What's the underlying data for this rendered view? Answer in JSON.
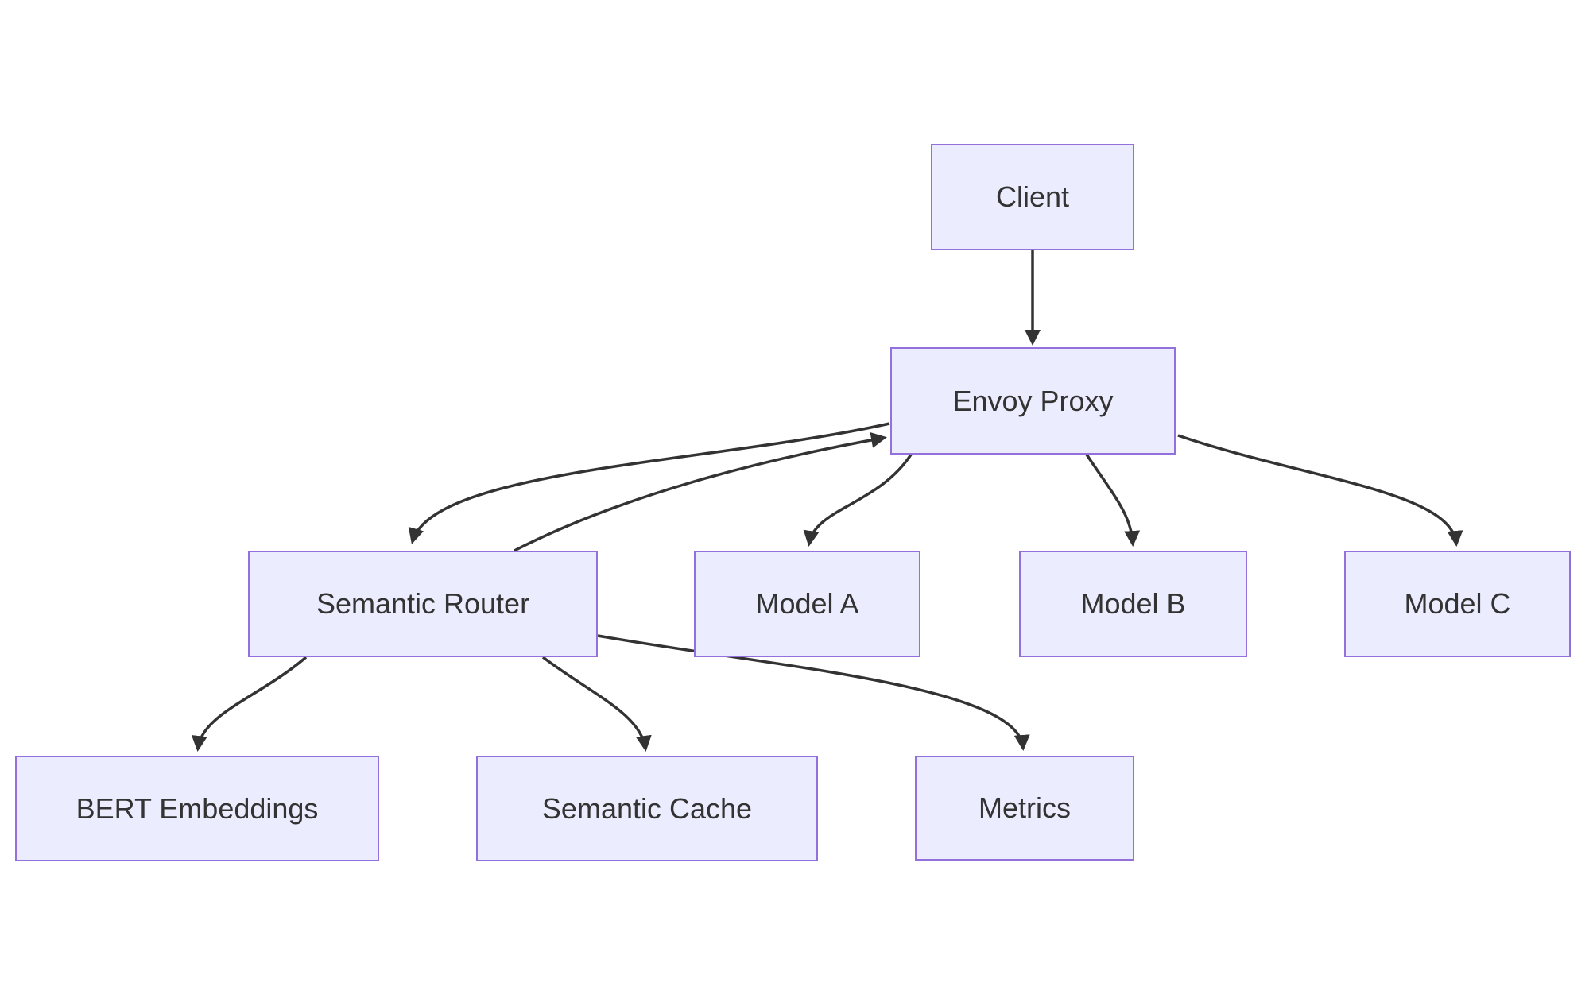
{
  "diagram": {
    "type": "flowchart",
    "direction": "top-down",
    "colors": {
      "background": "#FFFFFF",
      "node_fill": "#ECECFF",
      "node_border": "#9370DB",
      "edge": "#333333",
      "text": "#333333"
    },
    "nodes": [
      {
        "id": "client",
        "label": "Client"
      },
      {
        "id": "envoy-proxy",
        "label": "Envoy Proxy"
      },
      {
        "id": "semantic-router",
        "label": "Semantic Router"
      },
      {
        "id": "model-a",
        "label": "Model A"
      },
      {
        "id": "model-b",
        "label": "Model B"
      },
      {
        "id": "model-c",
        "label": "Model C"
      },
      {
        "id": "bert-embeddings",
        "label": "BERT Embeddings"
      },
      {
        "id": "semantic-cache",
        "label": "Semantic Cache"
      },
      {
        "id": "metrics",
        "label": "Metrics"
      }
    ],
    "edges": [
      {
        "from": "client",
        "to": "envoy-proxy"
      },
      {
        "from": "envoy-proxy",
        "to": "semantic-router"
      },
      {
        "from": "semantic-router",
        "to": "envoy-proxy"
      },
      {
        "from": "envoy-proxy",
        "to": "model-a"
      },
      {
        "from": "envoy-proxy",
        "to": "model-b"
      },
      {
        "from": "envoy-proxy",
        "to": "model-c"
      },
      {
        "from": "semantic-router",
        "to": "bert-embeddings"
      },
      {
        "from": "semantic-router",
        "to": "semantic-cache"
      },
      {
        "from": "semantic-router",
        "to": "metrics"
      }
    ]
  }
}
